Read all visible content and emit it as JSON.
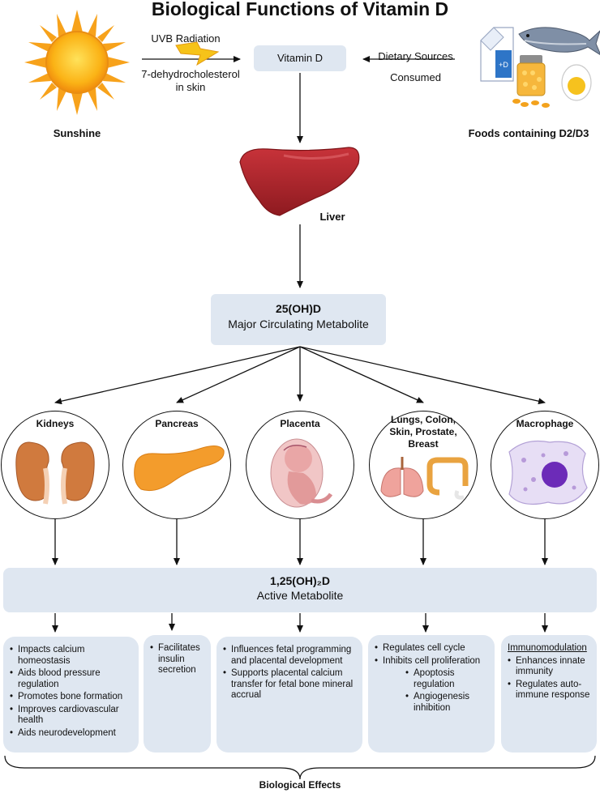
{
  "title": "Biological Functions of Vitamin D",
  "sunshine": {
    "label": "Sunshine"
  },
  "uvb": {
    "top": "UVB Radiation",
    "bottom_line1": "7-dehydrocholesterol",
    "bottom_line2": "in skin"
  },
  "vitamin_d": {
    "label": "Vitamin D"
  },
  "dietary": {
    "line1": "Dietary Sources",
    "line2": "Consumed"
  },
  "foods": {
    "label": "Foods containing D2/D3",
    "milk_label": "+D"
  },
  "liver": {
    "label": "Liver"
  },
  "metabolite_25": {
    "line1": "25(OH)D",
    "line2": "Major Circulating Metabolite"
  },
  "organs": [
    {
      "name": "Kidneys"
    },
    {
      "name": "Pancreas"
    },
    {
      "name": "Placenta"
    },
    {
      "name": "Lungs, Colon, Skin, Prostate, Breast"
    },
    {
      "name": "Macrophage"
    }
  ],
  "active": {
    "line1": "1,25(OH)₂D",
    "line2": "Active Metabolite"
  },
  "effects": {
    "kidneys": [
      "Impacts calcium homeostasis",
      "Aids blood pressure regulation",
      "Promotes bone formation",
      "Improves cardiovascular health",
      "Aids neurodevelopment"
    ],
    "pancreas": [
      "Facilitates insulin secretion"
    ],
    "placenta": [
      "Influences fetal programming and placental development",
      "Supports placental calcium transfer for fetal bone mineral accrual"
    ],
    "lungs": {
      "items": [
        "Regulates cell cycle",
        "Inhibits cell proliferation"
      ],
      "sub": [
        "Apoptosis regulation",
        "Angiogenesis inhibition"
      ]
    },
    "macrophage": {
      "heading": "Immunomodulation",
      "items": [
        "Enhances innate immunity",
        "Regulates auto-immune response"
      ]
    }
  },
  "footer": {
    "label": "Biological Effects"
  }
}
